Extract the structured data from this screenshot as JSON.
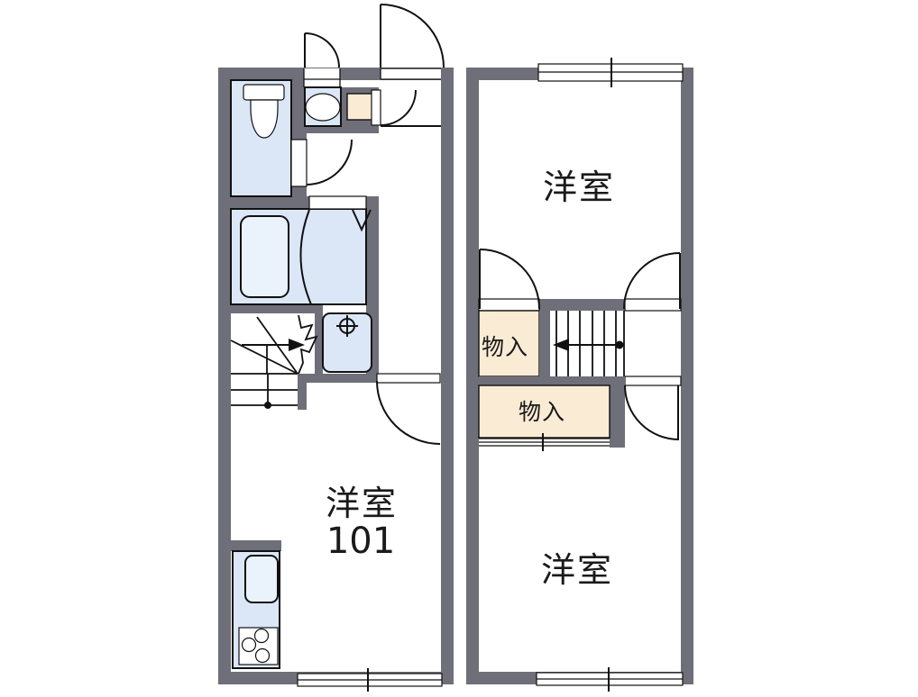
{
  "document_type": "apartment-floor-plan",
  "colors": {
    "wall": "#6f6f79",
    "line": "#111111",
    "fixture_fill": "#dbe7f7",
    "fixture_light": "#eaf2fb",
    "closet_fill": "#faecd4",
    "background": "#ffffff"
  },
  "floor1": {
    "room_label": "洋室",
    "room_number": "101"
  },
  "floor2": {
    "top_room_label": "洋室",
    "bottom_room_label": "洋室",
    "upper_closet_label": "物入",
    "lower_closet_label": "物入"
  }
}
